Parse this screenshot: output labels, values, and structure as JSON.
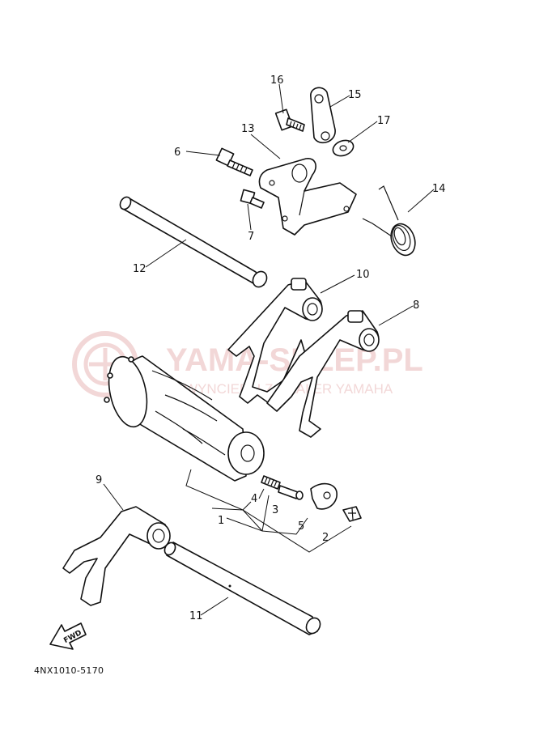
{
  "watermark": {
    "brand": "YAMA-SKLEP.PL",
    "tagline": "WYNCIED. LZ DEALER YAMAHA",
    "color": "#e8b4b4"
  },
  "diagram_code": "4NX1010-5170",
  "direction_marker": "FWD",
  "callouts": {
    "c1": "1",
    "c2": "2",
    "c3": "3",
    "c4": "4",
    "c5": "5",
    "c6": "6",
    "c7": "7",
    "c8": "8",
    "c9": "9",
    "c10": "10",
    "c11": "11",
    "c12": "12",
    "c13": "13",
    "c14": "14",
    "c15": "15",
    "c16": "16",
    "c17": "17"
  }
}
